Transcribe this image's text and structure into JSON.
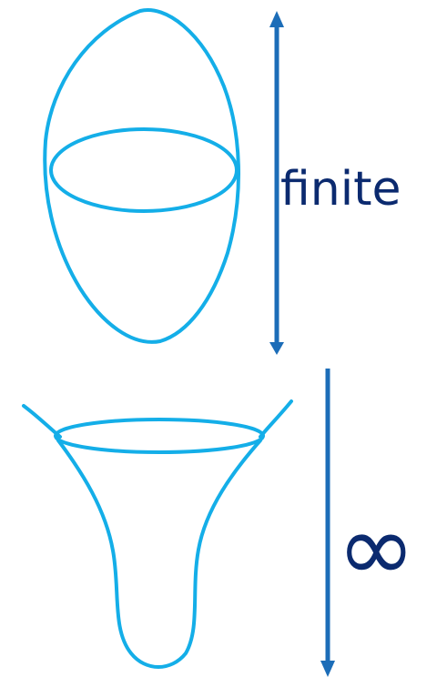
{
  "labels": {
    "finite": "finite",
    "infinite": "∞"
  },
  "colors": {
    "surface": "#14aee8",
    "arrow": "#1c6db8",
    "text": "#0b2a6f"
  },
  "shapes": [
    {
      "name": "finite-closed-surface",
      "kind": "closed surface with cross-section ring"
    },
    {
      "name": "infinite-open-surface",
      "kind": "open funnel-like surface with top ring"
    }
  ]
}
